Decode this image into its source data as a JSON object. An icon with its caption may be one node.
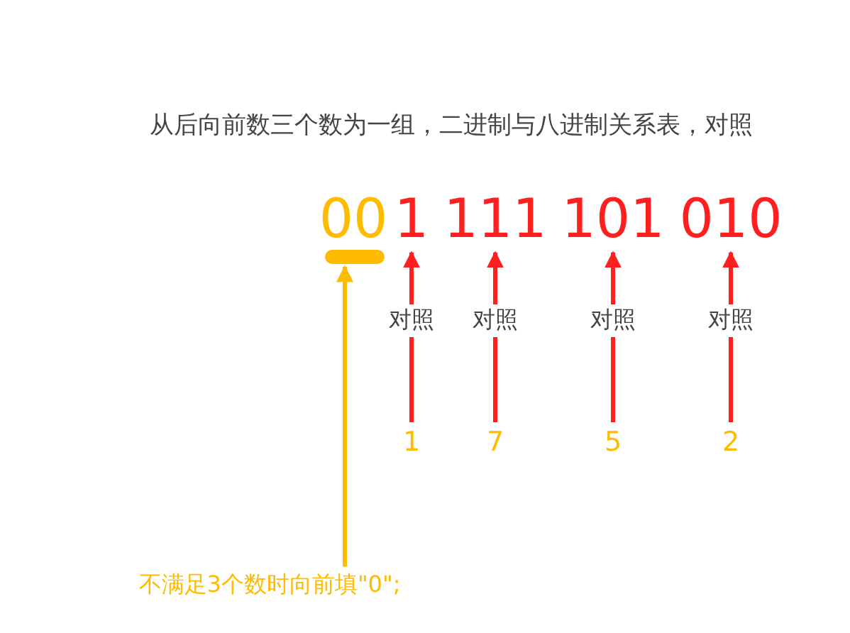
{
  "diagram": {
    "title": "从后向前数三个数为一组，二进制与八进制关系表，对照",
    "nodes": [
      {
        "text": [
          "00"
        ]
      },
      {
        "text": [],
        "shape": "bar"
      },
      {
        "text": [
          "1"
        ]
      },
      {
        "text": [
          "111"
        ]
      },
      {
        "text": [
          "101"
        ]
      },
      {
        "text": [
          "010"
        ]
      },
      {
        "text": [
          "1"
        ]
      },
      {
        "text": [
          "7"
        ]
      },
      {
        "text": [
          "5"
        ]
      },
      {
        "text": [
          "2"
        ]
      },
      {
        "text": [
          "不满足3个数时向前填\"0\";"
        ]
      }
    ],
    "edges": [
      {
        "from": 6,
        "to": 2,
        "arrow": "to",
        "label": "对照"
      },
      {
        "from": 7,
        "to": 3,
        "arrow": "to",
        "label": "对照"
      },
      {
        "from": 8,
        "to": 4,
        "arrow": "to",
        "label": "对照"
      },
      {
        "from": 9,
        "to": 5,
        "arrow": "to",
        "label": "对照"
      },
      {
        "from": 10,
        "to": 1,
        "arrow": "to",
        "color": "#ffbb00"
      }
    ]
  }
}
